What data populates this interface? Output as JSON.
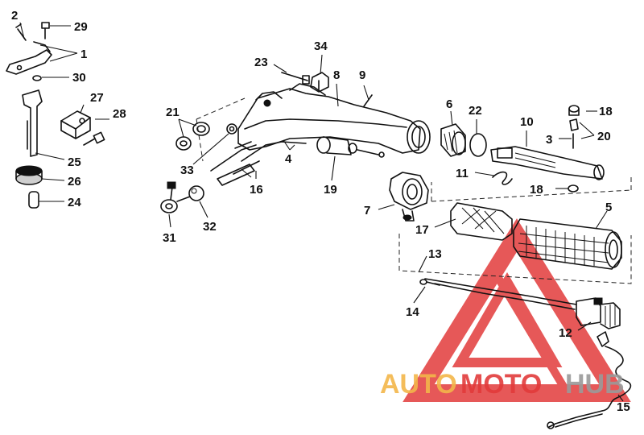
{
  "diagram": {
    "callouts": [
      {
        "id": "1",
        "text": "1"
      },
      {
        "id": "2",
        "text": "2"
      },
      {
        "id": "3",
        "text": "3"
      },
      {
        "id": "4",
        "text": "4"
      },
      {
        "id": "5",
        "text": "5"
      },
      {
        "id": "6",
        "text": "6"
      },
      {
        "id": "7",
        "text": "7"
      },
      {
        "id": "8",
        "text": "8"
      },
      {
        "id": "9",
        "text": "9"
      },
      {
        "id": "10",
        "text": "10"
      },
      {
        "id": "11",
        "text": "11"
      },
      {
        "id": "12",
        "text": "12"
      },
      {
        "id": "13",
        "text": "13"
      },
      {
        "id": "14",
        "text": "14"
      },
      {
        "id": "15",
        "text": "15"
      },
      {
        "id": "16",
        "text": "16"
      },
      {
        "id": "17",
        "text": "17"
      },
      {
        "id": "18a",
        "text": "18"
      },
      {
        "id": "18b",
        "text": "18"
      },
      {
        "id": "19",
        "text": "19"
      },
      {
        "id": "20",
        "text": "20"
      },
      {
        "id": "21",
        "text": "21"
      },
      {
        "id": "22",
        "text": "22"
      },
      {
        "id": "23",
        "text": "23"
      },
      {
        "id": "24",
        "text": "24"
      },
      {
        "id": "25",
        "text": "25"
      },
      {
        "id": "26",
        "text": "26"
      },
      {
        "id": "27",
        "text": "27"
      },
      {
        "id": "28",
        "text": "28"
      },
      {
        "id": "29",
        "text": "29"
      },
      {
        "id": "30",
        "text": "30"
      },
      {
        "id": "31",
        "text": "31"
      },
      {
        "id": "32",
        "text": "32"
      },
      {
        "id": "33",
        "text": "33"
      },
      {
        "id": "34",
        "text": "34"
      }
    ]
  },
  "watermark": {
    "part1": "AUTO",
    "part2": "MOTO",
    "part3": "HUB",
    "color_orange": "#f3b64a",
    "color_red": "#e23b3b",
    "color_grey": "#9a9a9a"
  }
}
